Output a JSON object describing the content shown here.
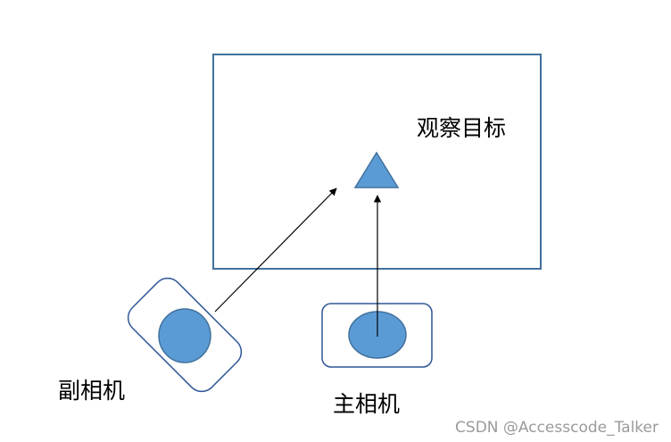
{
  "diagram": {
    "target_label": "观察目标",
    "secondary_camera_label": "副相机",
    "main_camera_label": "主相机",
    "watermark": "CSDN @Accesscode_Talker"
  },
  "colors": {
    "frame_stroke": "#41719C",
    "lens_fill": "#5B9BD5",
    "lens_stroke": "#41719C",
    "camera_body_stroke": "#2F5597",
    "arrow": "#000000"
  }
}
